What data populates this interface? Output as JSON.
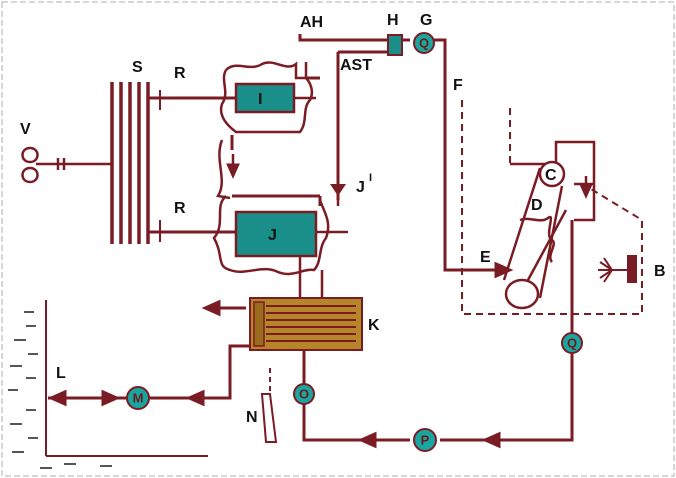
{
  "colors": {
    "pipe": "#7a1c24",
    "pump_fill": "#1aa6a0",
    "unit_fill": "#1a8f8a",
    "cooling_case": "#b8862a",
    "border": "#c9c9c9"
  },
  "labels": {
    "AH": "AH",
    "H": "H",
    "G": "G",
    "S": "S",
    "R_top": "R",
    "R_bottom": "R",
    "AST": "AST",
    "F": "F",
    "V": "V",
    "I": "I",
    "J_prime": "J",
    "J_prime_sup": "I",
    "C": "C",
    "D": "D",
    "J": "J",
    "E": "E",
    "B": "B",
    "K": "K",
    "L": "L",
    "M": "M",
    "O": "O",
    "N": "N",
    "P": "P",
    "Q_top": "Q",
    "Q_right": "Q"
  }
}
